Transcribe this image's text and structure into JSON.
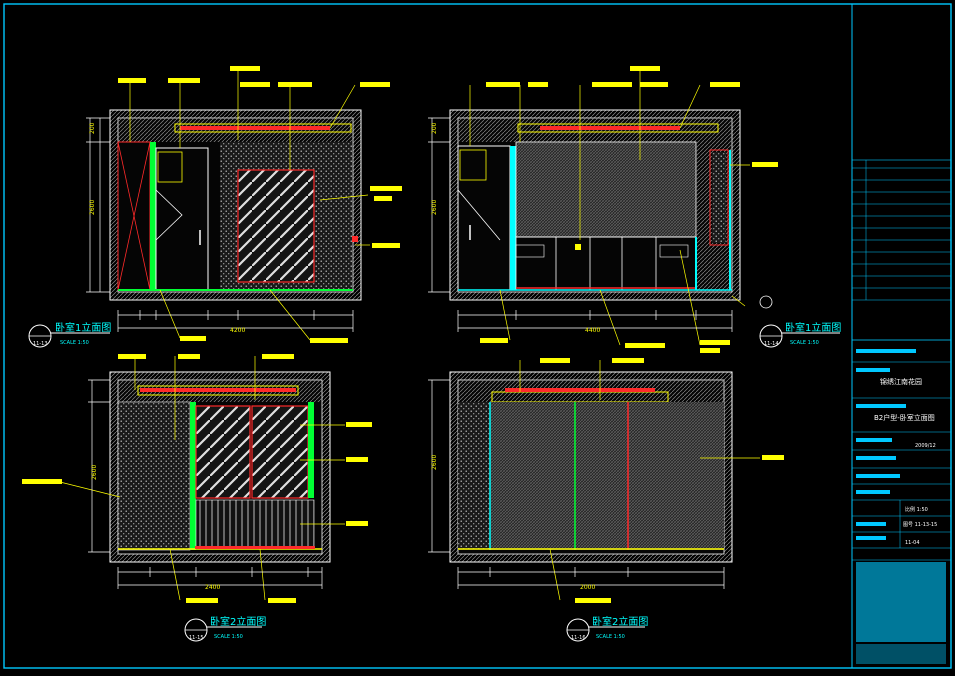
{
  "drawing": {
    "views": [
      {
        "title": "卧室1立面图",
        "code": "11-13",
        "scale": "SCALE 1:50"
      },
      {
        "title": "卧室1立面图",
        "code": "11-14",
        "scale": "SCALE 1:50"
      },
      {
        "title": "卧室2立面图",
        "code": "11-15",
        "scale": "SCALE 1:50"
      },
      {
        "title": "卧室2立面图",
        "code": "11-16",
        "scale": "SCALE 1:50"
      }
    ],
    "dimensions_v": [
      "200",
      "2600",
      "200",
      "2600"
    ],
    "dimensions_h": [
      "4200",
      "4400",
      "2400",
      "2000"
    ]
  },
  "title_block": {
    "project": "锦绣江南花园",
    "sheet_name": "B2户型-卧室立面图",
    "date": "2009/12",
    "scale_label": "比例 1:50",
    "drawing_no": "图号 11-13-15",
    "sheet_code": "11-04"
  },
  "colors": {
    "frame": "#00c8ff",
    "yellow": "#ffff00",
    "red": "#ff2a2a",
    "green": "#00ff33",
    "cyan": "#00ffff",
    "white": "#ffffff",
    "hatch": "#9a9a9a"
  }
}
